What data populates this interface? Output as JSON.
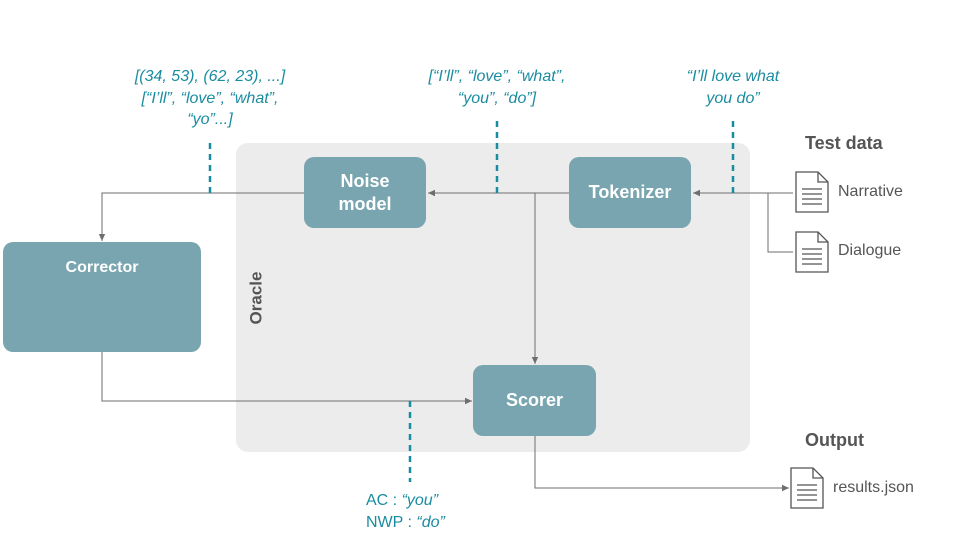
{
  "oracle": {
    "label": "Oracle"
  },
  "boxes": {
    "noise_model": "Noise\nmodel",
    "tokenizer": "Tokenizer",
    "corrector": "Corrector",
    "scorer": "Scorer"
  },
  "callouts": {
    "noise_output_line1": "[(34, 53), (62, 23), ...]",
    "noise_output_line2": "[“I’ll”, “love”, “what”,",
    "noise_output_line3": "“yo”...]",
    "tokens_line1": "[“I’ll”, “love”, “what”,",
    "tokens_line2": "“you”, “do”]",
    "sentence_line1": "“I’ll love what",
    "sentence_line2": "you do”"
  },
  "test_data": {
    "title": "Test data",
    "files": [
      "Narrative",
      "Dialogue"
    ]
  },
  "output": {
    "title": "Output",
    "file": "results.json"
  },
  "results": {
    "ac_label": "AC : ",
    "ac_value": "“you”",
    "nwp_label": "NWP : ",
    "nwp_value": "“do”"
  },
  "colors": {
    "box": "#79a5b0",
    "oracle_bg": "#ececec",
    "accent_teal": "#1a8ca0",
    "arrow": "#6e6e6e",
    "text_gray": "#555555"
  }
}
